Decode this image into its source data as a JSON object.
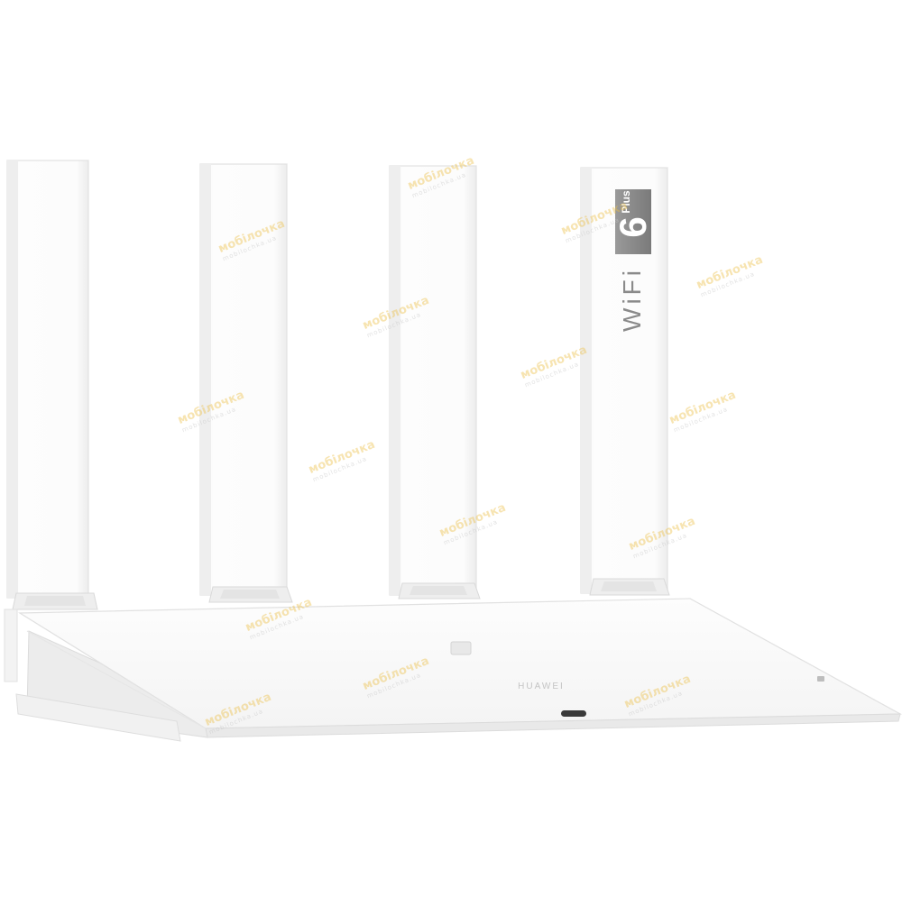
{
  "product": {
    "brand_logo": "HUAWEI",
    "antenna_badge": {
      "wifi_text": "WiFi",
      "generation": "6",
      "variant": "Plus"
    }
  },
  "watermark": {
    "text": "мобілочка",
    "subtext": "mobilochka.ua"
  },
  "colors": {
    "device_white": "#fbfbfb",
    "shadow_grey": "#e6e6e6",
    "watermark_gold": "#ecbe46",
    "badge_grey": "#8c8c8c"
  }
}
